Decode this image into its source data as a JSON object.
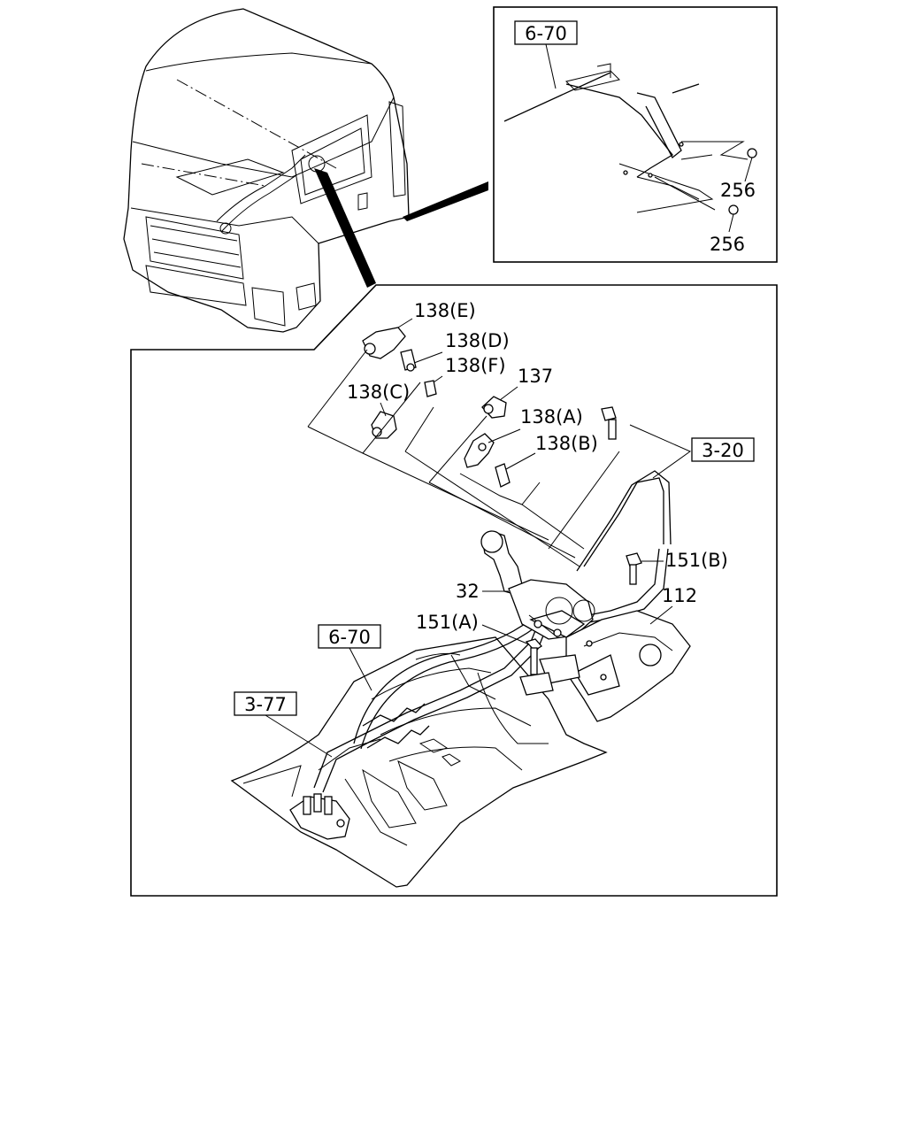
{
  "inset_labels": {
    "ref_6_70_top": "6-70",
    "part_256_a": "256",
    "part_256_b": "256"
  },
  "main_labels": {
    "part_138_e": "138(E)",
    "part_138_d": "138(D)",
    "part_138_f": "138(F)",
    "part_138_c": "138(C)",
    "part_137": "137",
    "part_138_a": "138(A)",
    "part_138_b": "138(B)",
    "ref_3_20": "3-20",
    "part_151_b": "151(B)",
    "part_32": "32",
    "part_112": "112",
    "part_151_a": "151(A)",
    "ref_6_70": "6-70",
    "ref_3_77": "3-77"
  }
}
